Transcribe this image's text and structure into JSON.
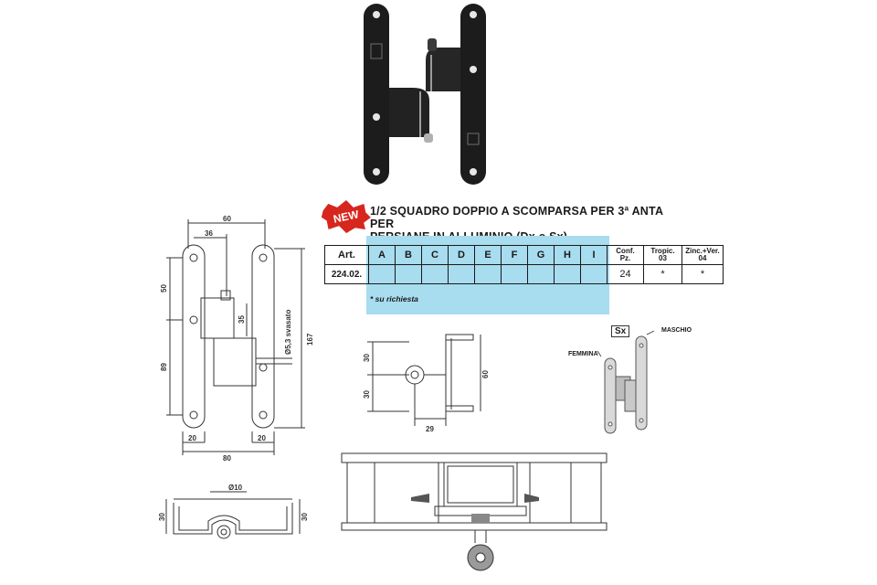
{
  "product": {
    "badge": "NEW",
    "title_line1": "1/2 SQUADRO DOPPIO A SCOMPARSA PER 3ª ANTA PER",
    "title_line2": "PERSIANE IN ALLUMINIO (Dx o Sx)"
  },
  "table": {
    "headers": [
      "Art.",
      "A",
      "B",
      "C",
      "D",
      "E",
      "F",
      "G",
      "H",
      "I",
      "Conf. Pz.",
      "Tropic. 03",
      "Zinc.+Ver. 04"
    ],
    "header_conf": [
      "Conf.",
      "Pz."
    ],
    "header_tropic": [
      "Tropic.",
      "03"
    ],
    "header_zinc": [
      "Zinc.+Ver.",
      "04"
    ],
    "row": [
      "224.02.",
      "",
      "",
      "",
      "",
      "",
      "",
      "",
      "",
      "",
      "24",
      "*",
      "*"
    ]
  },
  "note": "* su richiesta",
  "front_drawing": {
    "dim_60": "60",
    "dim_36": "36",
    "dim_50": "50",
    "dim_89": "89",
    "dim_35": "35",
    "dim_hole": "Ø5,3 svasato",
    "dim_167": "167",
    "dim_20_left": "20",
    "dim_80": "80",
    "dim_20_right": "20"
  },
  "bottom_drawing": {
    "dim_d10": "Ø10",
    "dim_30_left": "30",
    "dim_30_right": "30"
  },
  "side_drawing": {
    "dim_30_top": "30",
    "dim_30_bottom": "30",
    "dim_60": "60",
    "dim_29": "29"
  },
  "variant": {
    "sx_label": "Sx",
    "maschio": "MASCHIO",
    "femmina": "FEMMINA"
  },
  "colors": {
    "band": "#a8dcef",
    "badge_red": "#d7261e",
    "hinge_black": "#1c1c1c"
  }
}
